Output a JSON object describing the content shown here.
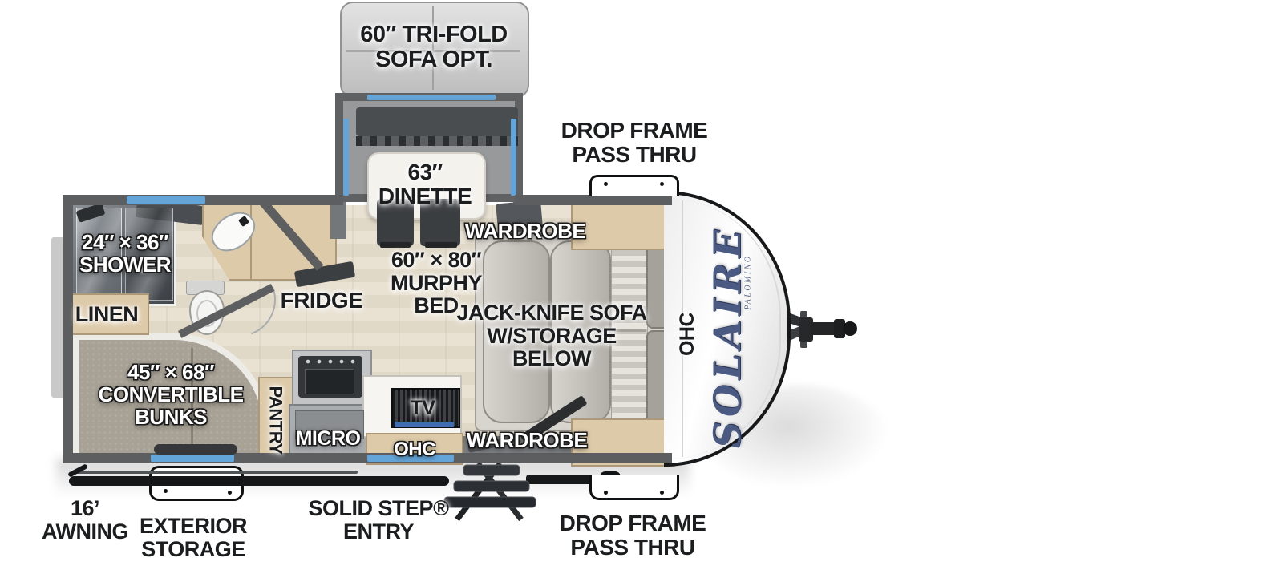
{
  "brand": {
    "name": "SOLAIRE",
    "subtext": "PALOMINO"
  },
  "colors": {
    "wall_gray": "#5c5e60",
    "floor_wood": "#e6dfd0",
    "accent_blue": "#64a5d9",
    "cabinet_tan": "#ddcaa9",
    "bunk_carpet": "#a8a296",
    "label_dark": "#1b1d1f",
    "label_light": "#ffffff",
    "front_cap": "#f5f5f5",
    "steel_dark": "#303335",
    "logo_blue": "#4a5a82"
  },
  "slideouts": {
    "trifold_sofa": {
      "line1": "60″ TRI-FOLD",
      "line2": "SOFA OPT."
    },
    "dinette": {
      "size": "63″",
      "name": "DINETTE"
    }
  },
  "rooms": {
    "bathroom": {
      "shower_line1": "24″ × 36″",
      "shower_line2": "SHOWER",
      "linen": "LINEN"
    },
    "bedroom": {
      "wardrobe_top": "WARDROBE",
      "murphy_line1": "60″ × 80″",
      "murphy_line2": "MURPHY",
      "murphy_line3": "BED",
      "sofa_line1": "JACK-KNIFE SOFA",
      "sofa_line2": "W/STORAGE",
      "sofa_line3": "BELOW",
      "ohc_front": "OHC",
      "wardrobe_bottom": "WARDROBE"
    },
    "kitchen": {
      "fridge": "FRIDGE",
      "pantry": "PANTRY",
      "micro": "MICRO",
      "tv": "TV",
      "ohc": "OHC"
    },
    "bunk_room": {
      "line1": "45″ × 68″",
      "line2": "CONVERTIBLE",
      "line3": "BUNKS"
    }
  },
  "exterior": {
    "pass_thru_top_line1": "DROP FRAME",
    "pass_thru_top_line2": "PASS THRU",
    "pass_thru_bottom_line1": "DROP FRAME",
    "pass_thru_bottom_line2": "PASS THRU",
    "awning_line1": "16’",
    "awning_line2": "AWNING",
    "storage_line1": "EXTERIOR",
    "storage_line2": "STORAGE",
    "entry_line1": "SOLID STEP®",
    "entry_line2": "ENTRY"
  }
}
